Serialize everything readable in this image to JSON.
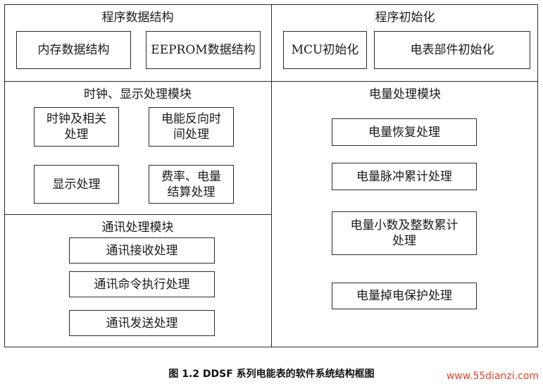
{
  "diagram": {
    "sections": {
      "program_data_structure": {
        "title": "程序数据结构",
        "boxes": [
          "内存数据结构",
          "EEPROM数据结构"
        ]
      },
      "program_init": {
        "title": "程序初始化",
        "boxes": [
          "MCU初始化",
          "电表部件初始化"
        ]
      },
      "clock_display": {
        "title": "时钟、显示处理模块",
        "boxes": [
          "时钟及相关\n处理",
          "电能反向时\n间处理",
          "显示处理",
          "费率、电量\n结算处理"
        ]
      },
      "energy": {
        "title": "电量处理模块",
        "boxes": [
          "电量恢复处理",
          "电量脉冲累计处理",
          "电量小数及整数累计\n处理",
          "电量掉电保护处理"
        ]
      },
      "communication": {
        "title": "通讯处理模块",
        "boxes": [
          "通讯接收处理",
          "通讯命令执行处理",
          "通讯发送处理"
        ]
      }
    }
  },
  "caption": "图 1.2   DDSF 系列电能表的软件系统结构框图",
  "watermark": "www.55dianzi.com"
}
